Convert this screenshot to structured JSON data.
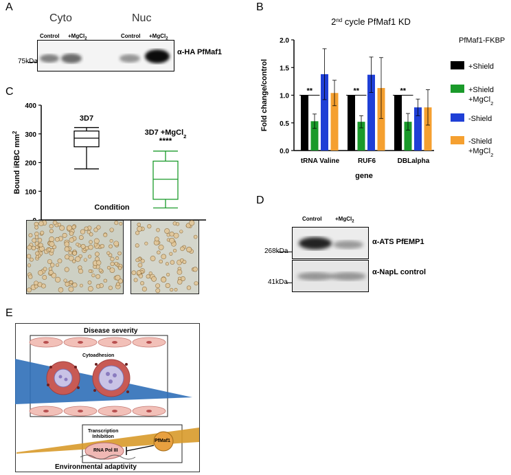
{
  "panelA": {
    "letter": "A",
    "groups": [
      "Cyto",
      "Nuc"
    ],
    "lanes": [
      "Control",
      "+MgCl2",
      "Control",
      "+MgCl2"
    ],
    "marker": "75kDa",
    "antibody": "α-HA PfMaf1"
  },
  "panelB": {
    "letter": "B",
    "legend_title": "PfMaf1-FKBP",
    "colors": {
      "shield": "#000000",
      "shield_mg": "#1a9a2a",
      "noshield": "#1f3fd6",
      "noshield_mg": "#f5a030"
    },
    "chart_data": {
      "type": "bar",
      "title": "2nd cycle PfMaf1 KD",
      "xlabel": "gene",
      "ylabel": "Fold change/control",
      "ylim": [
        0,
        2.0
      ],
      "yticks": [
        "0.0",
        "0.5",
        "1.0",
        "1.5",
        "2.0"
      ],
      "categories": [
        "tRNA Valine",
        "RUF6",
        "DBLalpha"
      ],
      "series": [
        {
          "name": "+Shield",
          "values": [
            1.0,
            1.0,
            1.0
          ],
          "err": [
            0,
            0,
            0
          ]
        },
        {
          "name": "+Shield +MgCl2",
          "values": [
            0.53,
            0.52,
            0.52
          ],
          "err": [
            0.13,
            0.11,
            0.15
          ]
        },
        {
          "name": "-Shield",
          "values": [
            1.38,
            1.37,
            0.78
          ],
          "err": [
            0.46,
            0.32,
            0.15
          ]
        },
        {
          "name": "-Shield +MgCl2",
          "values": [
            1.04,
            1.13,
            0.78
          ],
          "err": [
            0.23,
            0.55,
            0.32
          ]
        }
      ],
      "significance": [
        "**",
        "**",
        "**"
      ]
    },
    "legend": [
      {
        "line1": "+Shield",
        "line2": ""
      },
      {
        "line1": "+Shield",
        "line2": "+MgCl2"
      },
      {
        "line1": "-Shield",
        "line2": ""
      },
      {
        "line1": "-Shield",
        "line2": "+MgCl2"
      }
    ]
  },
  "panelC": {
    "letter": "C",
    "chart_data": {
      "type": "boxplot",
      "ylabel": "Bound iRBC mm2",
      "xlabel": "Condition",
      "ylim": [
        0,
        400
      ],
      "yticks": [
        "0",
        "100",
        "200",
        "300",
        "400"
      ],
      "boxes": [
        {
          "name": "3D7",
          "min": 178,
          "q1": 255,
          "median": 285,
          "q3": 310,
          "max": 322,
          "color": "#000000",
          "sig": ""
        },
        {
          "name": "3D7 +MgCl2",
          "min": 42,
          "q1": 72,
          "median": 142,
          "q3": 205,
          "max": 240,
          "color": "#1a9a2a",
          "sig": "****"
        }
      ]
    }
  },
  "panelD": {
    "letter": "D",
    "lanes": [
      "Control",
      "+MgCl2"
    ],
    "markers": [
      "268kDa",
      "41kDa"
    ],
    "antibodies": [
      "α-ATS PfEMP1",
      "α-NapL control"
    ]
  },
  "panelE": {
    "letter": "E",
    "top_label": "Disease severity",
    "bottom_label": "Environmental adaptivity",
    "cytoadhesion": "Cytoadhesion",
    "transcription_line1": "Transcription",
    "transcription_line2": "Inhibition",
    "pfmaf1": "PfMaf1",
    "rnapol": "RNA Pol III"
  }
}
